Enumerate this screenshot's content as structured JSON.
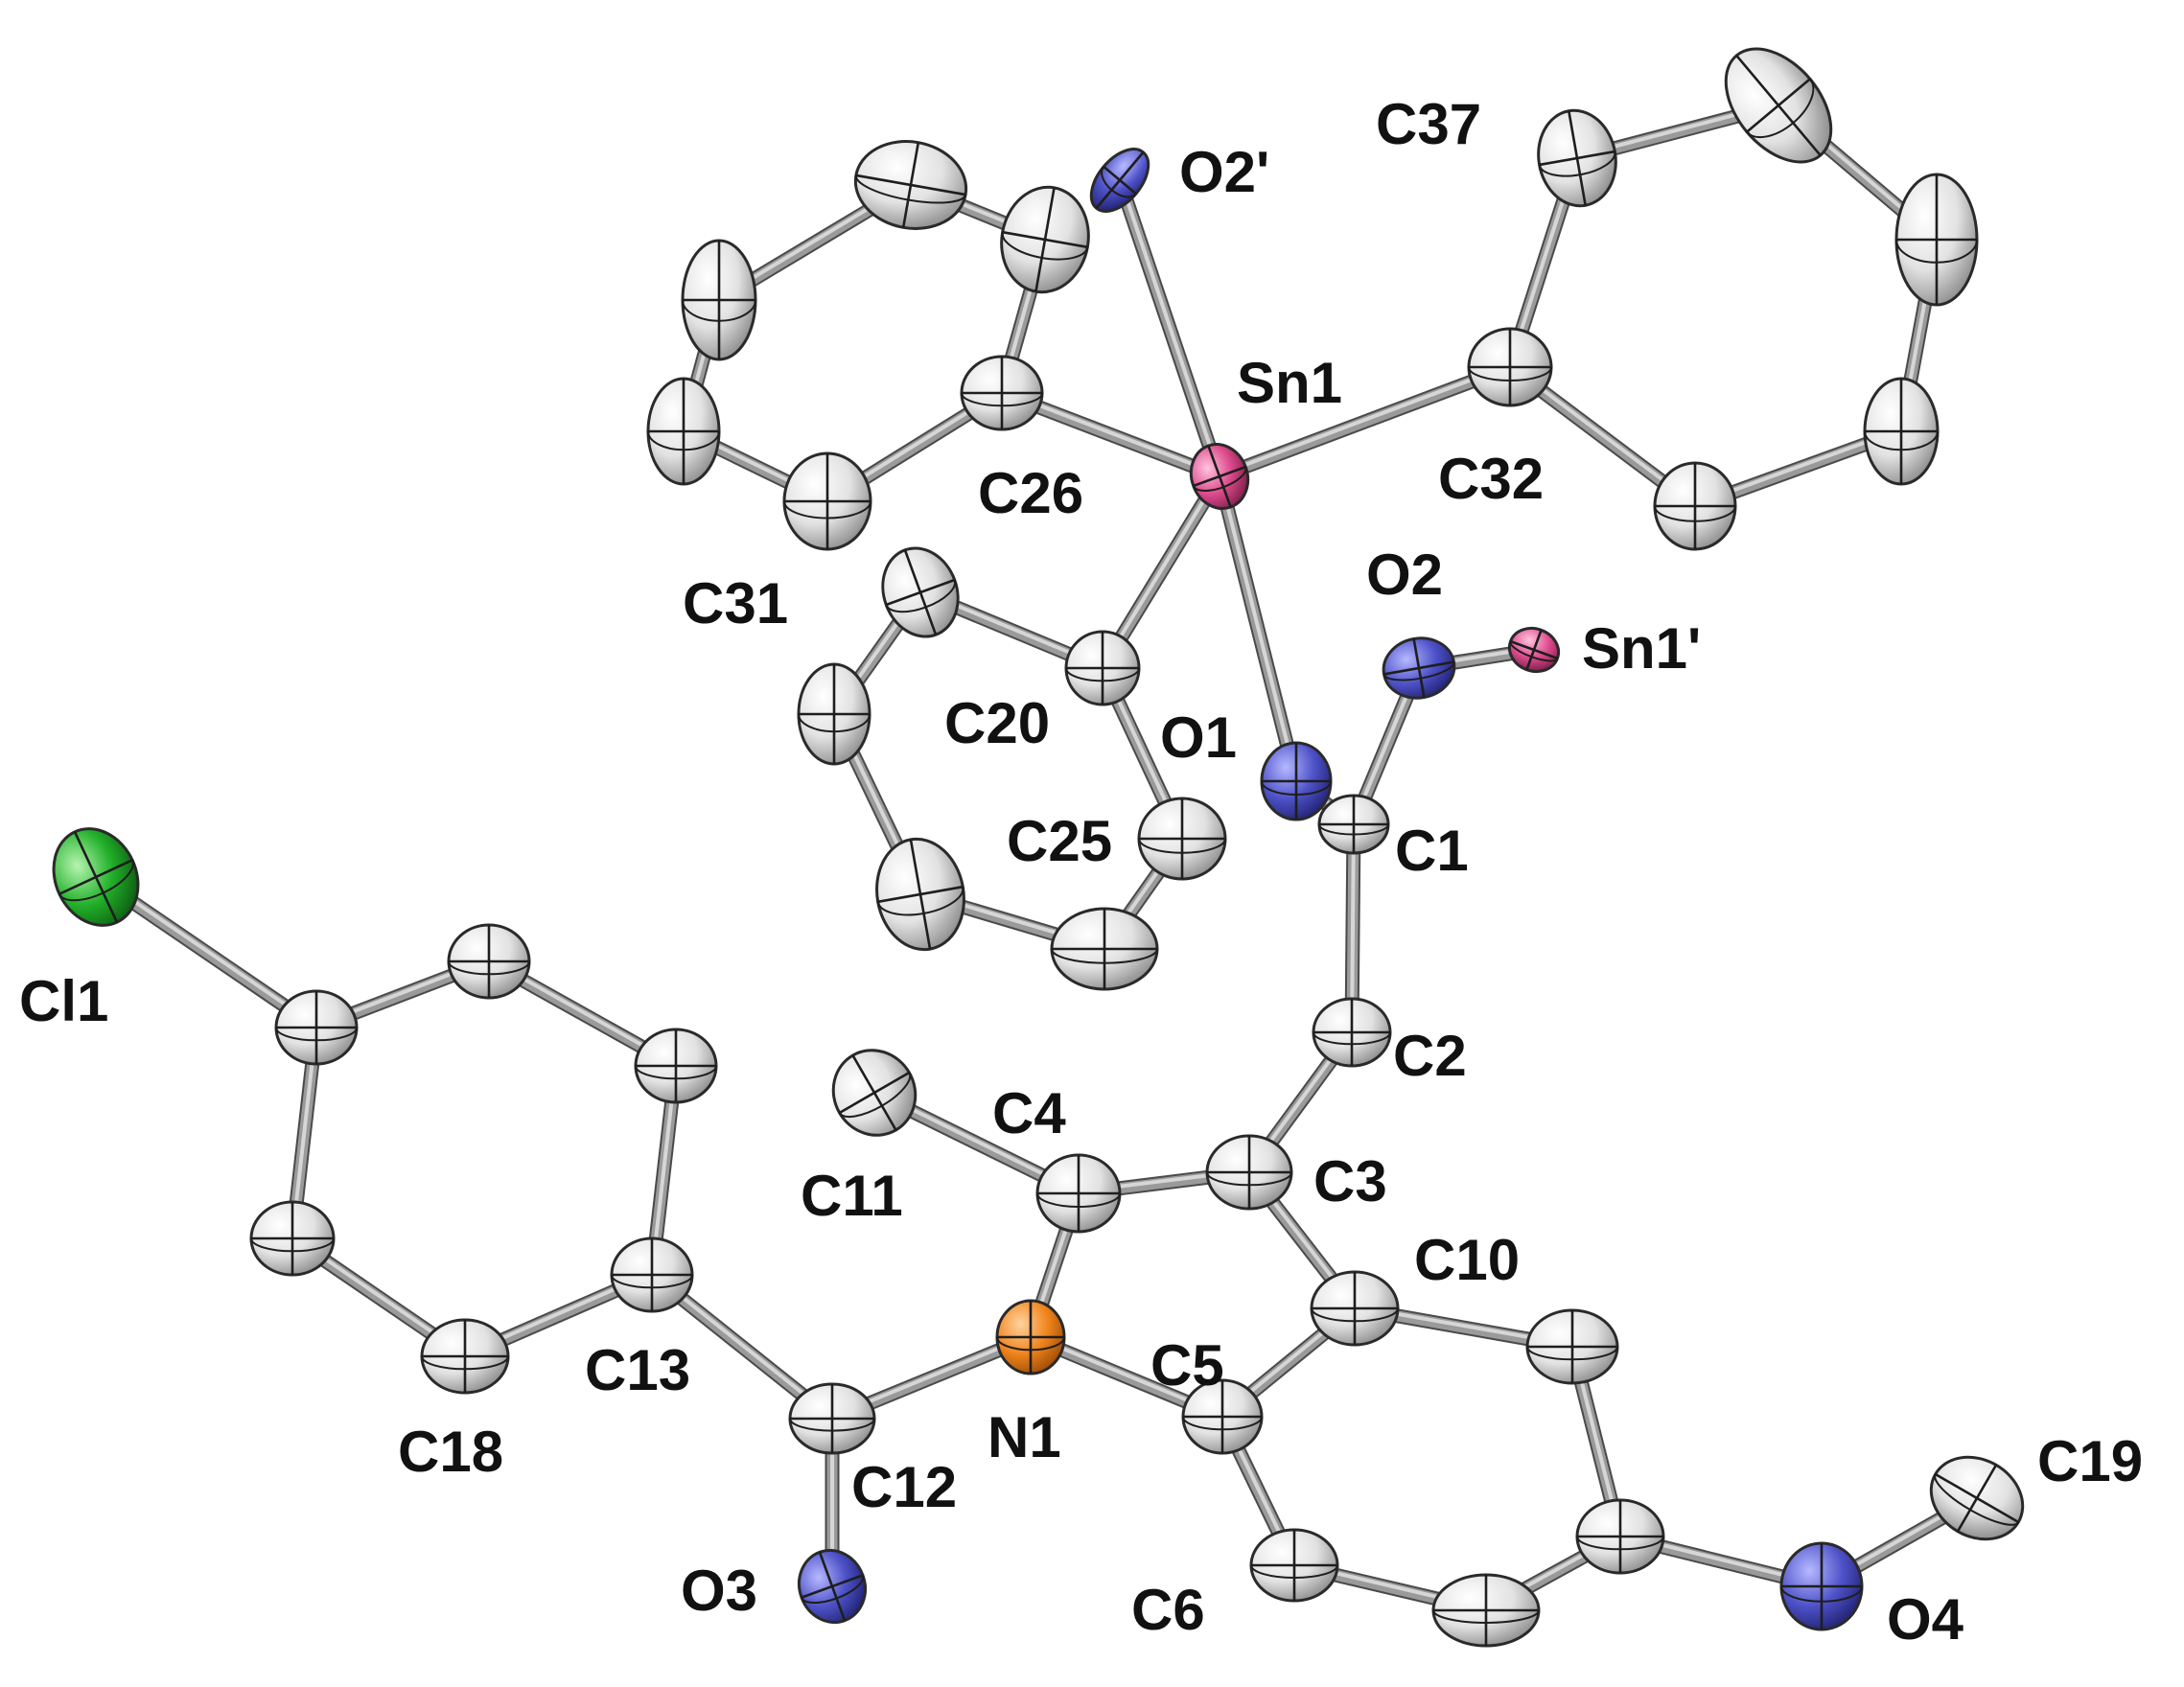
{
  "figure": {
    "type": "ORTEP molecular structure",
    "atom_colors": {
      "C": "#e6e6e6",
      "O": "#4e52c8",
      "N": "#f0841c",
      "Sn": "#dc4a8c",
      "Cl": "#22b02a"
    },
    "bond_color": "#9a9a9a",
    "atoms": [
      {
        "id": "C1",
        "element": "C",
        "label": "C1"
      },
      {
        "id": "C2",
        "element": "C",
        "label": "C2"
      },
      {
        "id": "C3",
        "element": "C",
        "label": "C3"
      },
      {
        "id": "C4",
        "element": "C",
        "label": "C4"
      },
      {
        "id": "C5",
        "element": "C",
        "label": "C5"
      },
      {
        "id": "C6",
        "element": "C",
        "label": "C6"
      },
      {
        "id": "C7",
        "element": "C",
        "label": ""
      },
      {
        "id": "C8",
        "element": "C",
        "label": ""
      },
      {
        "id": "C9",
        "element": "C",
        "label": ""
      },
      {
        "id": "C10",
        "element": "C",
        "label": "C10"
      },
      {
        "id": "C11",
        "element": "C",
        "label": "C11"
      },
      {
        "id": "C12",
        "element": "C",
        "label": "C12"
      },
      {
        "id": "C13",
        "element": "C",
        "label": "C13"
      },
      {
        "id": "C14",
        "element": "C",
        "label": ""
      },
      {
        "id": "C15",
        "element": "C",
        "label": ""
      },
      {
        "id": "C16",
        "element": "C",
        "label": ""
      },
      {
        "id": "C17",
        "element": "C",
        "label": ""
      },
      {
        "id": "C18",
        "element": "C",
        "label": "C18"
      },
      {
        "id": "C19",
        "element": "C",
        "label": "C19"
      },
      {
        "id": "C20",
        "element": "C",
        "label": "C20"
      },
      {
        "id": "C21",
        "element": "C",
        "label": ""
      },
      {
        "id": "C22",
        "element": "C",
        "label": ""
      },
      {
        "id": "C23",
        "element": "C",
        "label": ""
      },
      {
        "id": "C24",
        "element": "C",
        "label": ""
      },
      {
        "id": "C25",
        "element": "C",
        "label": "C25"
      },
      {
        "id": "C26",
        "element": "C",
        "label": "C26"
      },
      {
        "id": "C27",
        "element": "C",
        "label": ""
      },
      {
        "id": "C28",
        "element": "C",
        "label": ""
      },
      {
        "id": "C29",
        "element": "C",
        "label": ""
      },
      {
        "id": "C30",
        "element": "C",
        "label": ""
      },
      {
        "id": "C31",
        "element": "C",
        "label": "C31"
      },
      {
        "id": "C32",
        "element": "C",
        "label": "C32"
      },
      {
        "id": "C33",
        "element": "C",
        "label": ""
      },
      {
        "id": "C34",
        "element": "C",
        "label": ""
      },
      {
        "id": "C35",
        "element": "C",
        "label": ""
      },
      {
        "id": "C36",
        "element": "C",
        "label": ""
      },
      {
        "id": "C37",
        "element": "C",
        "label": "C37"
      },
      {
        "id": "O1",
        "element": "O",
        "label": "O1"
      },
      {
        "id": "O2",
        "element": "O",
        "label": "O2"
      },
      {
        "id": "O2p",
        "element": "O",
        "label": "O2'"
      },
      {
        "id": "O3",
        "element": "O",
        "label": "O3"
      },
      {
        "id": "O4",
        "element": "O",
        "label": "O4"
      },
      {
        "id": "N1",
        "element": "N",
        "label": "N1"
      },
      {
        "id": "Sn1",
        "element": "Sn",
        "label": "Sn1"
      },
      {
        "id": "Sn1p",
        "element": "Sn",
        "label": "Sn1'"
      },
      {
        "id": "Cl1",
        "element": "Cl",
        "label": "Cl1"
      }
    ],
    "bonds": [
      [
        "Sn1",
        "O2p"
      ],
      [
        "Sn1",
        "C26"
      ],
      [
        "Sn1",
        "C32"
      ],
      [
        "Sn1",
        "C20"
      ],
      [
        "Sn1",
        "O1"
      ],
      [
        "C26",
        "C27"
      ],
      [
        "C27",
        "C28"
      ],
      [
        "C28",
        "C29"
      ],
      [
        "C29",
        "C30"
      ],
      [
        "C30",
        "C31"
      ],
      [
        "C31",
        "C26"
      ],
      [
        "C32",
        "C37"
      ],
      [
        "C37",
        "C36"
      ],
      [
        "C36",
        "C35"
      ],
      [
        "C35",
        "C34"
      ],
      [
        "C34",
        "C33"
      ],
      [
        "C33",
        "C32"
      ],
      [
        "C20",
        "C21"
      ],
      [
        "C21",
        "C22"
      ],
      [
        "C22",
        "C23"
      ],
      [
        "C23",
        "C24"
      ],
      [
        "C24",
        "C25"
      ],
      [
        "C25",
        "C20"
      ],
      [
        "O1",
        "C1"
      ],
      [
        "C1",
        "O2"
      ],
      [
        "O2",
        "Sn1p"
      ],
      [
        "C1",
        "C2"
      ],
      [
        "C2",
        "C3"
      ],
      [
        "C3",
        "C4"
      ],
      [
        "C4",
        "C11"
      ],
      [
        "C4",
        "N1"
      ],
      [
        "N1",
        "C5"
      ],
      [
        "N1",
        "C12"
      ],
      [
        "C3",
        "C10"
      ],
      [
        "C10",
        "C5"
      ],
      [
        "C5",
        "C6"
      ],
      [
        "C6",
        "C7"
      ],
      [
        "C7",
        "C8"
      ],
      [
        "C8",
        "C9"
      ],
      [
        "C9",
        "C10"
      ],
      [
        "C8",
        "O4"
      ],
      [
        "O4",
        "C19"
      ],
      [
        "C12",
        "O3"
      ],
      [
        "C12",
        "C13"
      ],
      [
        "C13",
        "C18"
      ],
      [
        "C18",
        "C17"
      ],
      [
        "C17",
        "C16"
      ],
      [
        "C16",
        "C15"
      ],
      [
        "C15",
        "C14"
      ],
      [
        "C14",
        "C13"
      ],
      [
        "C16",
        "Cl1"
      ]
    ]
  }
}
